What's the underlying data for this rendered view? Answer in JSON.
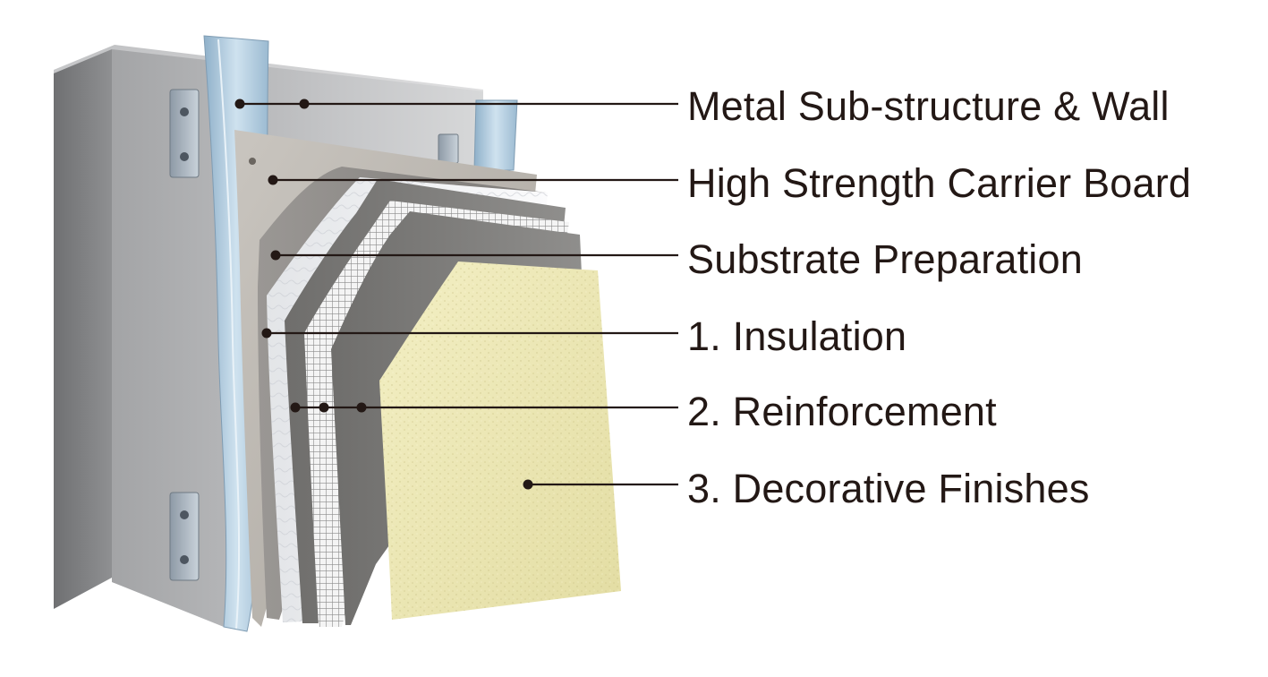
{
  "callouts": [
    {
      "label": "Metal Sub-structure & Wall"
    },
    {
      "label": "High Strength Carrier Board"
    },
    {
      "label": "Substrate Preparation"
    },
    {
      "label": "1. Insulation"
    },
    {
      "label": "2. Reinforcement"
    },
    {
      "label": "3. Decorative Finishes"
    }
  ],
  "colors": {
    "wall": "#8c8e90",
    "metal_stud": "#a9c3d8",
    "carrier_board": "#b9b4ad",
    "substrate_prep": "#8e8b88",
    "insulation": "#f1f2f4",
    "reinforcement_mesh": "#d8d8d8",
    "base_coat": "#7f7e7c",
    "decorative_finish": "#ece7b3",
    "leader_line": "#231815"
  }
}
